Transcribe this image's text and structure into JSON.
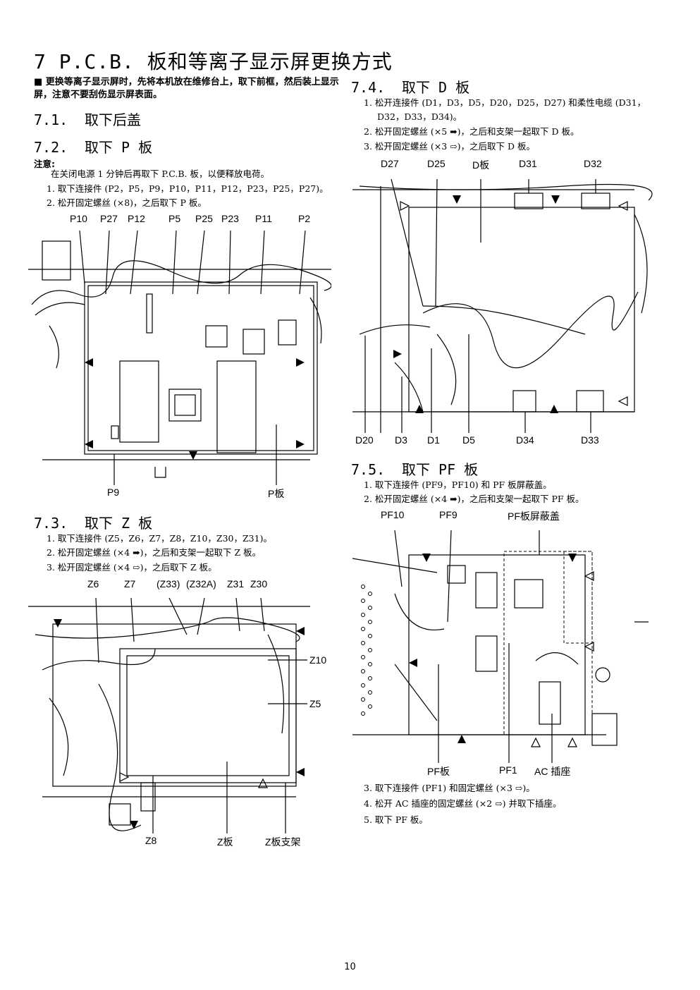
{
  "page": {
    "title": "7  P.C.B. 板和等离子显示屏更换方式",
    "notice": "■ 更换等离子显示屏时，先将本机放在维修台上，取下前框，然后装上显示屏，注意不要刮伤显示屏表面。",
    "page_number": "10"
  },
  "s71": {
    "num": "7.1.",
    "title": "取下后盖"
  },
  "s72": {
    "num": "7.2.",
    "title": "取下 P 板",
    "note_label": "注意:",
    "note_text": "在关闭电源 1 分钟后再取下 P.C.B. 板，以便释放电荷。",
    "steps": [
      "1. 取下连接件 (P2，P5，P9，P10，P11，P12，P23，P25，P27)。",
      "2. 松开固定螺丝 (×8)，之后取下 P 板。"
    ],
    "labels": [
      "P10",
      "P27",
      "P12",
      "P5",
      "P25",
      "P23",
      "P11",
      "P2",
      "P9",
      "P板"
    ]
  },
  "s73": {
    "num": "7.3.",
    "title": "取下 Z 板",
    "steps": [
      "1. 取下连接件 (Z5，Z6，Z7，Z8，Z10，Z30，Z31)。",
      "2. 松开固定螺丝 (×4 ➡)，之后和支架一起取下 Z 板。",
      "3. 松开固定螺丝 (×4 ⇨)，之后取下 Z 板。"
    ],
    "labels": [
      "Z6",
      "Z7",
      "(Z33)",
      "(Z32A)",
      "Z31",
      "Z30",
      "Z10",
      "Z5",
      "Z8",
      "Z板",
      "Z板支架"
    ]
  },
  "s74": {
    "num": "7.4.",
    "title": "取下 D 板",
    "steps": [
      "1. 松开连接件 (D1，D3，D5，D20，D25，D27) 和柔性电缆 (D31，",
      "D32，D33，D34)。",
      "2. 松开固定螺丝 (×5 ➡)，之后和支架一起取下 D 板。",
      "3. 松开固定螺丝 (×3 ⇨)，之后取下 D 板。"
    ],
    "labels": [
      "D27",
      "D25",
      "D板",
      "D31",
      "D32",
      "D20",
      "D3",
      "D1",
      "D5",
      "D34",
      "D33"
    ]
  },
  "s75": {
    "num": "7.5.",
    "title": "取下 PF 板",
    "steps": [
      "1. 取下连接件 (PF9，PF10) 和 PF 板屏蔽盖。",
      "2. 松开固定螺丝 (×4 ➡)，之后和支架一起取下 PF 板。"
    ],
    "labels": [
      "PF10",
      "PF9",
      "PF板屏蔽盖",
      "PF板",
      "PF1",
      "AC 插座"
    ],
    "steps_after": [
      "3. 取下连接件 (PF1) 和固定螺丝 (×3 ⇨)。",
      "4. 松开 AC 插座的固定螺丝 (×2 ⇨) 并取下插座。",
      "5. 取下 PF 板。"
    ]
  }
}
